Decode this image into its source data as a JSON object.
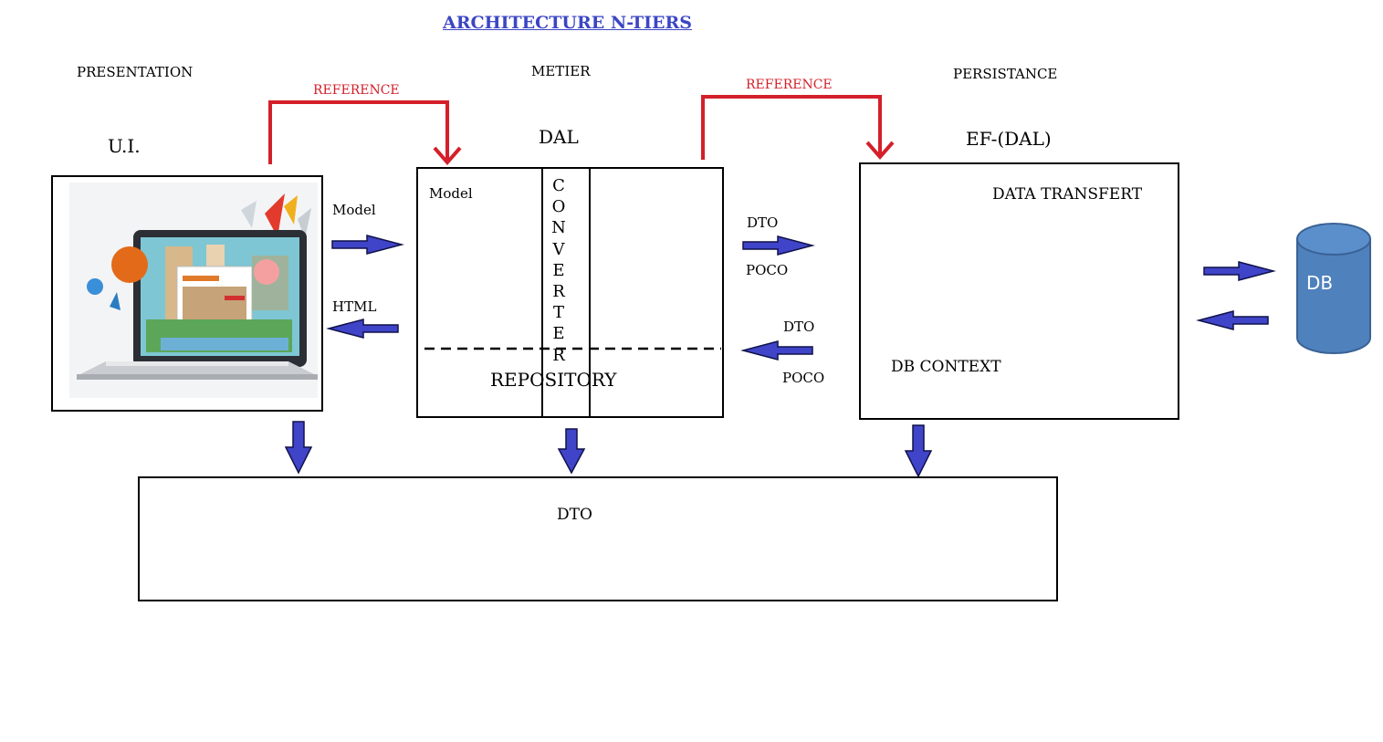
{
  "title": "ARCHITECTURE N-TIERS",
  "tiers": {
    "presentation": "PRESENTATION",
    "metier": "METIER",
    "persistance": "PERSISTANCE"
  },
  "references": {
    "left": "REFERENCE",
    "right": "REFERENCE"
  },
  "ui_box": {
    "heading": "U.I."
  },
  "dal_box": {
    "heading": "DAL",
    "model": "Model",
    "converter": [
      "C",
      "O",
      "N",
      "V",
      "E",
      "R",
      "T",
      "E",
      "R"
    ],
    "repository": "REPOSITORY"
  },
  "ef_box": {
    "heading": "EF-(DAL)",
    "data_transfert": "DATA TRANSFERT",
    "db_context": "DB CONTEXT"
  },
  "arrow_labels": {
    "model": "Model",
    "html": "HTML",
    "dto_top": "DTO",
    "poco_top": "POCO",
    "dto_bottom": "DTO",
    "poco_bottom": "POCO"
  },
  "dto_box": {
    "label": "DTO"
  },
  "database": {
    "label": "DB"
  },
  "colors": {
    "arrow_fill": "#3f44c8",
    "reference": "#d4202a",
    "title": "#3b46c4",
    "db_fill": "#4f81bd",
    "db_stroke": "#3a6295"
  }
}
